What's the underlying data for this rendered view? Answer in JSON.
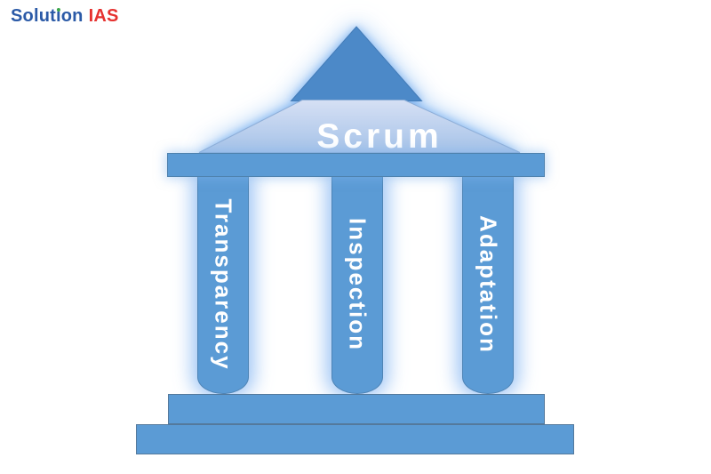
{
  "logo": {
    "brand_blue_pre": "Solut",
    "brand_i_stem": "ı",
    "brand_blue_post": "on",
    "brand_red": "IAS",
    "colors": {
      "blue": "#2b5aa7",
      "red": "#e63230",
      "i_dot_green": "#3aa64a"
    }
  },
  "diagram": {
    "roof_label": "Scrum",
    "pillars": [
      {
        "label": "Transparency"
      },
      {
        "label": "Inspection"
      },
      {
        "label": "Adaptation"
      }
    ],
    "colors": {
      "structure_blue": "#5b9bd5",
      "apex_blue": "#4c89c8",
      "roof_gradient_top": "#d6e0f4",
      "roof_gradient_bottom": "#a5c2e8",
      "outline_blue": "#4f82ae",
      "glow_blue": "#7db2f0",
      "label_white": "#ffffff"
    }
  }
}
